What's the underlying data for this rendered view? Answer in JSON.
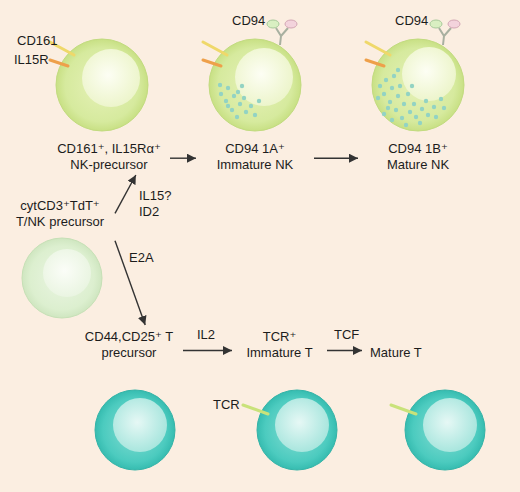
{
  "diagram": {
    "nodes": [
      {
        "text": [
          "cytCD3⁺TdT⁺ T/NK precursor"
        ]
      },
      {
        "text": [
          "CD161⁺, IL15Rα⁺ NK-precursor"
        ]
      },
      {
        "text": [
          "CD94 1A⁺ Immature NK"
        ]
      },
      {
        "text": [
          "CD94 1B⁺ Mature NK"
        ]
      },
      {
        "text": [
          "CD44,CD25⁺ T precursor"
        ]
      },
      {
        "text": [
          "TCR⁺ Immature T"
        ]
      },
      {
        "text": [
          "Mature T"
        ]
      }
    ],
    "edges": [
      {
        "from": 0,
        "to": 1,
        "label": "IL15? ID2",
        "arrow": "to"
      },
      {
        "from": 0,
        "to": 4,
        "label": "E2A",
        "arrow": "to"
      },
      {
        "from": 1,
        "to": 2,
        "arrow": "to"
      },
      {
        "from": 2,
        "to": 3,
        "arrow": "to"
      },
      {
        "from": 4,
        "to": 5,
        "label": "IL2",
        "arrow": "to"
      },
      {
        "from": 5,
        "to": 6,
        "label": "TCF",
        "arrow": "to"
      }
    ],
    "labels": [
      "CD161",
      "IL15R",
      "CD94",
      "CD94",
      "TCR"
    ]
  }
}
